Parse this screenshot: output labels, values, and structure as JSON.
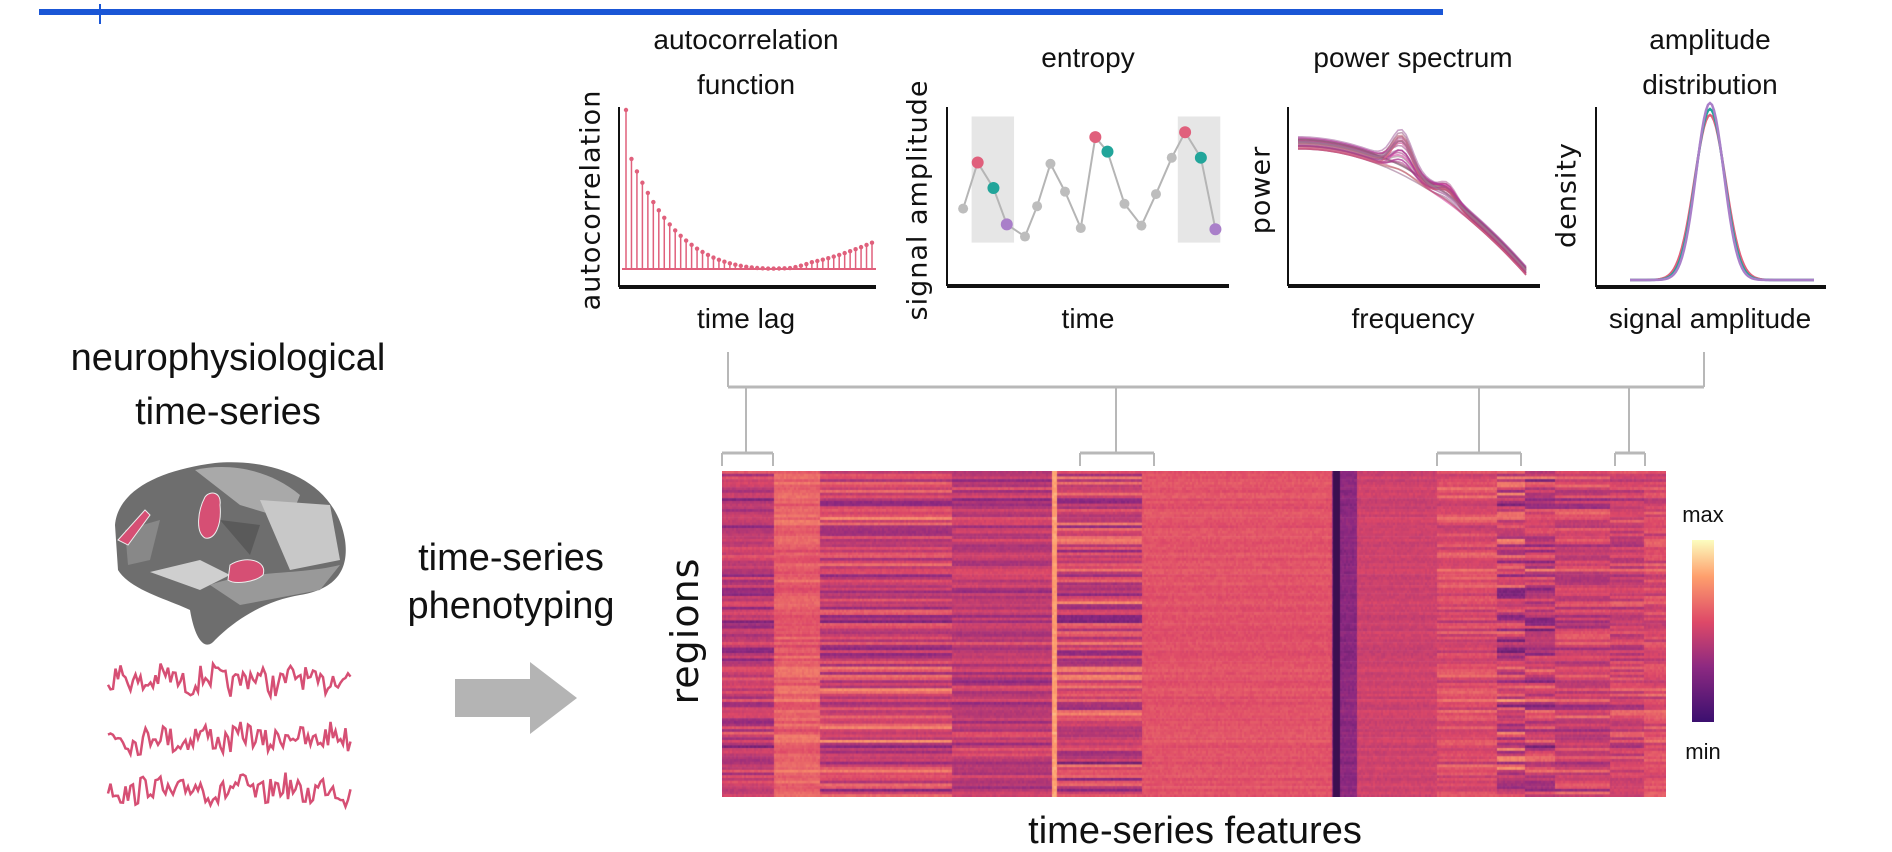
{
  "colors": {
    "accent_blue": "#1a56d6",
    "pink": "#e0607c",
    "teal": "#22a59a",
    "purple": "#a97fc9",
    "gray": "#bbbbbb",
    "wave": "#d64f74"
  },
  "left": {
    "title_line1": "neurophysiological",
    "title_line2": "time-series",
    "brain_icon": "brain-surface-icon",
    "waves_icon": "time-series-waves-icon"
  },
  "middle": {
    "line1": "time-series",
    "line2": "phenotyping",
    "arrow_icon": "right-arrow-icon"
  },
  "panels": [
    {
      "title1": "autocorrelation",
      "title2": "function",
      "ylabel": "autocorrelation",
      "xlabel": "time lag"
    },
    {
      "title1": "entropy",
      "ylabel": "signal amplitude",
      "xlabel": "time"
    },
    {
      "title1": "power spectrum",
      "ylabel": "power",
      "xlabel": "frequency"
    },
    {
      "title1": "amplitude",
      "title2": "distribution",
      "ylabel": "density",
      "xlabel": "signal amplitude"
    }
  ],
  "heatmap": {
    "ylabel": "regions",
    "xlabel": "time-series features",
    "colorbar_max": "max",
    "colorbar_min": "min"
  }
}
